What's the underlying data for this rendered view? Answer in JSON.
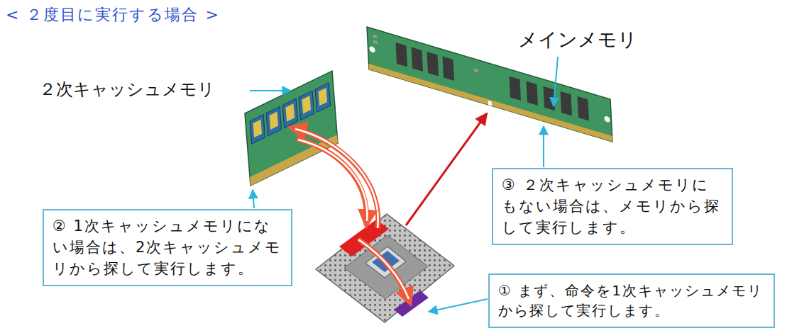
{
  "diagram": {
    "title": "< ２度目に実行する場合 >",
    "nodes": [
      {
        "text": [
          "③ ２次キャッシュメモリにもない場合は、メモリから探して実行します。"
        ]
      },
      {
        "text": [
          "② 1次キャッシュメモリにない場合は、2次キャッシュメモリから探して実行します。"
        ]
      },
      {
        "text": [
          "① まず、命令を1次キャッシュメモリから探して実行します。"
        ]
      }
    ],
    "labels": [
      "２次キャッシュメモリ",
      "メインメモリ"
    ]
  }
}
